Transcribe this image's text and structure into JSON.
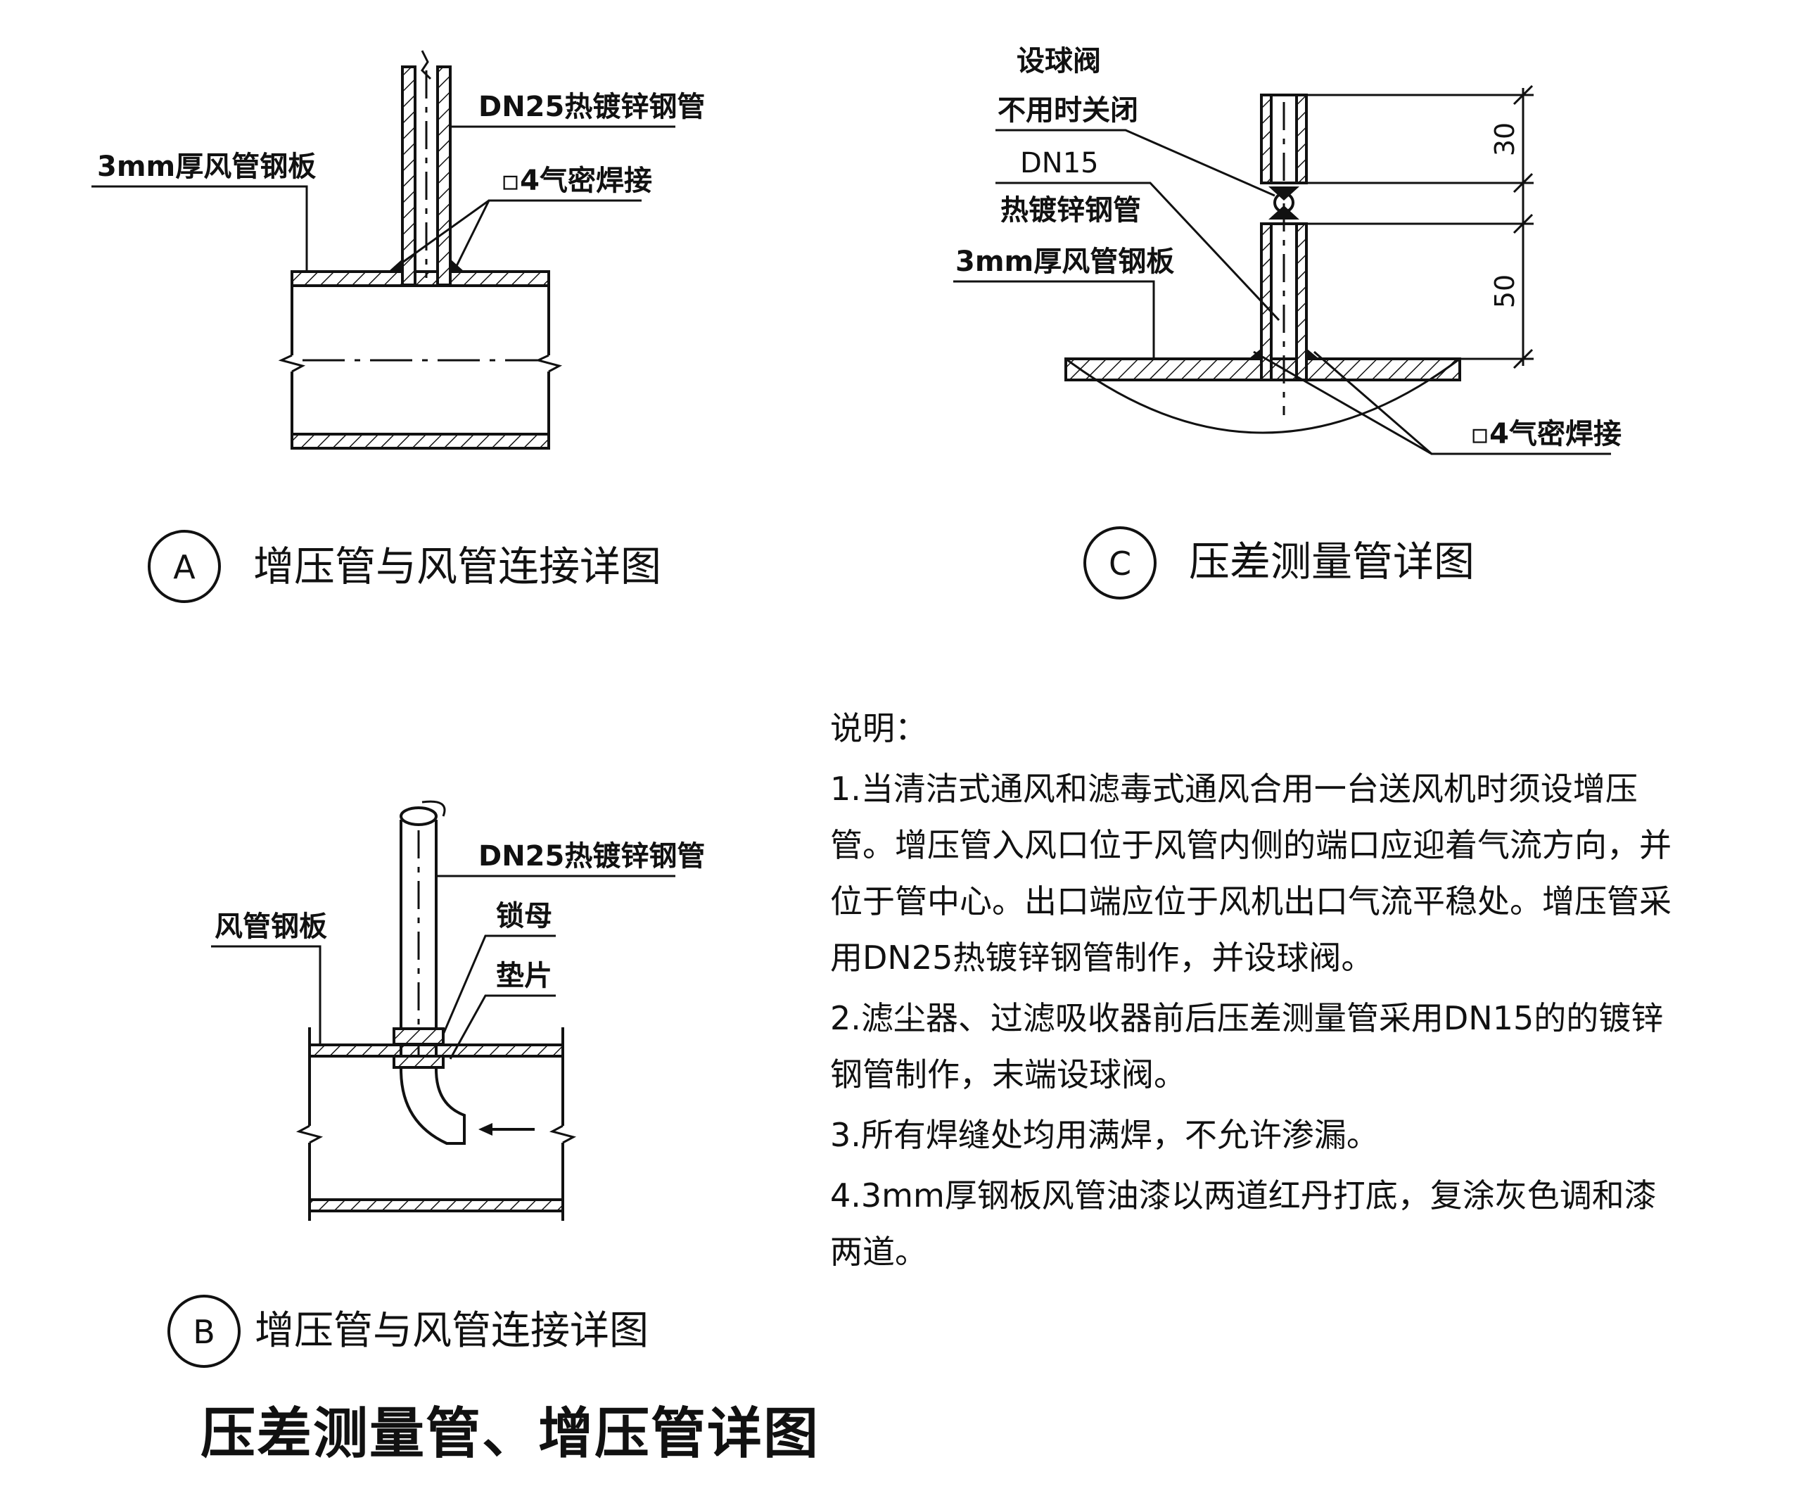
{
  "detail_a": {
    "mark": "A",
    "caption": "增压管与风管连接详图",
    "label_pipe": "DN25热镀锌钢管",
    "label_plate": "3mm厚风管钢板",
    "label_weld": "▫4气密焊接"
  },
  "detail_b": {
    "mark": "B",
    "caption": "增压管与风管连接详图",
    "label_pipe": "DN25热镀锌钢管",
    "label_plate": "风管钢板",
    "label_locknut": "锁母",
    "label_washer": "垫片"
  },
  "detail_c": {
    "mark": "C",
    "caption": "压差测量管详图",
    "label_valve_1": "设球阀",
    "label_valve_2": "不用时关闭",
    "label_pipe_1": "DN15",
    "label_pipe_2": "热镀锌钢管",
    "label_plate": "3mm厚风管钢板",
    "label_weld": "▫4气密焊接",
    "dim_upper": "30",
    "dim_lower": "50"
  },
  "notes": {
    "heading": "说明：",
    "items": [
      "1.当清洁式通风和滤毒式通风合用一台送风机时须设增压管。增压管入风口位于风管内侧的端口应迎着气流方向，并位于管中心。出口端应位于风机出口气流平稳处。增压管采用DN25热镀锌钢管制作，并设球阀。",
      "2.滤尘器、过滤吸收器前后压差测量管采用DN15的的镀锌钢管制作，末端设球阀。",
      "3.所有焊缝处均用满焊，不允许渗漏。",
      "4.3mm厚钢板风管油漆以两道红丹打底，复涂灰色调和漆两道。"
    ]
  },
  "sheet_title": "压差测量管、增压管详图"
}
